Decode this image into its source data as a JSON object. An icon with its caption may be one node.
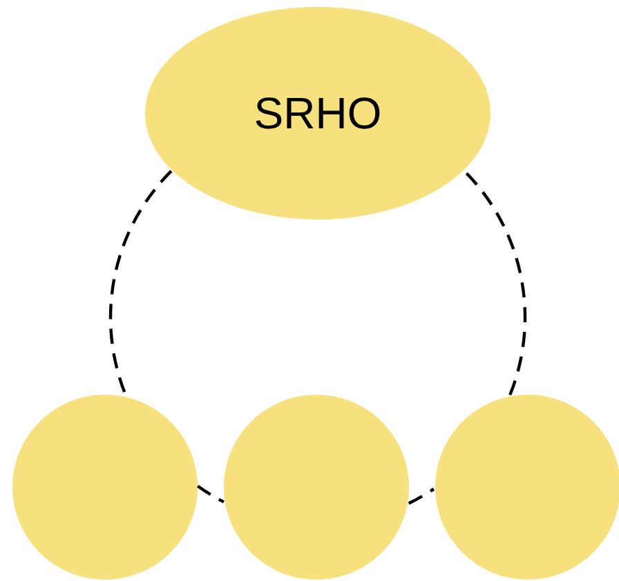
{
  "diagram": {
    "nodes": [
      {
        "text": [
          "SRHO"
        ]
      },
      {
        "text": [],
        "shape": "circle"
      },
      {
        "text": [],
        "shape": "circle"
      },
      {
        "text": [],
        "shape": "circle"
      }
    ],
    "edges": [
      {
        "from": 0,
        "to": 1,
        "arrow": "none",
        "style": "dashed"
      },
      {
        "from": 1,
        "to": 2,
        "arrow": "none",
        "style": "dashed"
      },
      {
        "from": 2,
        "to": 3,
        "arrow": "none",
        "style": "dashed"
      },
      {
        "from": 3,
        "to": 0,
        "arrow": "none",
        "style": "dashed"
      }
    ]
  }
}
